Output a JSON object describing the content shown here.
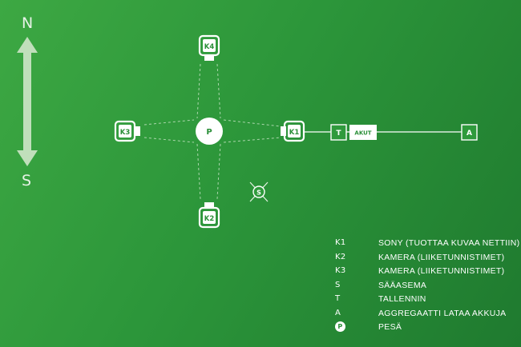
{
  "compass": {
    "north": "N",
    "south": "S"
  },
  "nodes": {
    "k1": "K1",
    "k2": "K2",
    "k3": "K3",
    "k4": "K4",
    "nest": "P",
    "weather": "S",
    "recorder": "T",
    "batteries": "AKUT",
    "generator": "A"
  },
  "legend": [
    {
      "key": "K1",
      "desc": "SONY (TUOTTAA KUVAA NETTIIN)"
    },
    {
      "key": "K2",
      "desc": "KAMERA (LIIKETUNNISTIMET)"
    },
    {
      "key": "K3",
      "desc": "KAMERA (LIIKETUNNISTIMET)"
    },
    {
      "key": "S",
      "desc": "SÄÄASEMA"
    },
    {
      "key": "T",
      "desc": "TALLENNIN"
    },
    {
      "key": "A",
      "desc": "AGGREGAATTI LATAA AKKUJA"
    },
    {
      "key": "P",
      "desc": "PESÄ"
    }
  ],
  "colors": {
    "primary": "#ffffff",
    "background": "#2c963a",
    "accent": "#2a8f38"
  }
}
